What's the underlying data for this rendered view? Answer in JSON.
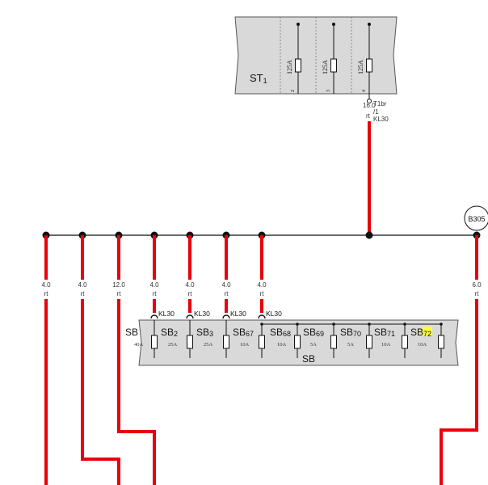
{
  "colors": {
    "wire": "#e8000b",
    "bus": "#000000",
    "box_fill": "#d9d9d9",
    "box_stroke": "#555555",
    "highlight": "#ffff3c"
  },
  "st1": {
    "label_main": "ST",
    "label_sub": "1",
    "fuses": [
      {
        "rating": "125A",
        "pin": "2"
      },
      {
        "rating": "125A",
        "pin": "3"
      },
      {
        "rating": "125A",
        "pin": "4"
      }
    ],
    "wire_size": "16.0",
    "wire_color": "rt",
    "terminal_1": "T1br",
    "terminal_2": "/1",
    "terminal_3": "KL30"
  },
  "b305": {
    "label": "B305"
  },
  "drops": [
    {
      "size": "4.0",
      "color": "rt"
    },
    {
      "size": "4.0",
      "color": "rt"
    },
    {
      "size": "12.0",
      "color": "rt"
    },
    {
      "size": "4.0",
      "color": "rt"
    },
    {
      "size": "4.0",
      "color": "rt"
    },
    {
      "size": "4.0",
      "color": "rt"
    },
    {
      "size": "4.0",
      "color": "rt"
    }
  ],
  "b305_drop": {
    "size": "6.0",
    "color": "rt"
  },
  "kl30_label": "KL30",
  "sb": {
    "name": "SB",
    "left_label": "SB",
    "fuses": [
      {
        "main": "SB",
        "num": "2",
        "rating": "40A"
      },
      {
        "main": "SB",
        "num": "2",
        "rating": "25A"
      },
      {
        "main": "SB",
        "num": "3",
        "rating": "25A"
      },
      {
        "main": "SB",
        "num": "67",
        "rating": "10A"
      },
      {
        "main": "SB",
        "num": "68",
        "rating": "10A"
      },
      {
        "main": "SB",
        "num": "69",
        "rating": "5A"
      },
      {
        "main": "SB",
        "num": "70",
        "rating": "5A"
      },
      {
        "main": "SB",
        "num": "71",
        "rating": "10A"
      },
      {
        "main": "SB",
        "num": "72",
        "rating": "10A"
      }
    ]
  }
}
